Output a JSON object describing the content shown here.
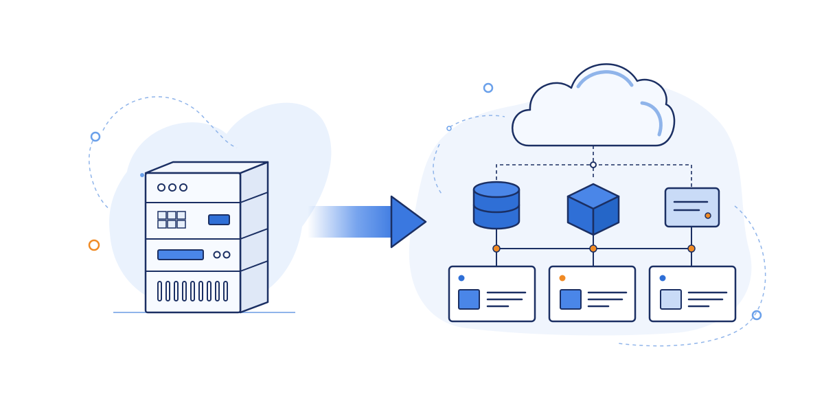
{
  "colors": {
    "background": "#ffffff",
    "outline": "#1b2f63",
    "primary_blue": "#2f6fd6",
    "light_blue": "#c9dbf7",
    "pale_blue": "#eaf2fd",
    "accent_orange": "#f08a24",
    "dashed_line": "#8fb4ea"
  },
  "diagram": {
    "source": {
      "icon": "server-tower-icon",
      "indicator_lights": 3
    },
    "transition": {
      "icon": "migration-arrow-icon",
      "direction": "left-to-right"
    },
    "target": {
      "icon": "cloud-icon",
      "services": [
        {
          "name": "database",
          "icon": "database-cylinder-icon"
        },
        {
          "name": "compute",
          "icon": "cube-icon"
        },
        {
          "name": "application",
          "icon": "window-card-icon"
        }
      ],
      "nodes": [
        {
          "icon": "node-card-icon",
          "dot_color": "#2f6fd6",
          "tile": "filled"
        },
        {
          "icon": "node-card-icon",
          "dot_color": "#f08a24",
          "tile": "filled"
        },
        {
          "icon": "node-card-icon",
          "dot_color": "#2f6fd6",
          "tile": "light"
        }
      ]
    }
  }
}
